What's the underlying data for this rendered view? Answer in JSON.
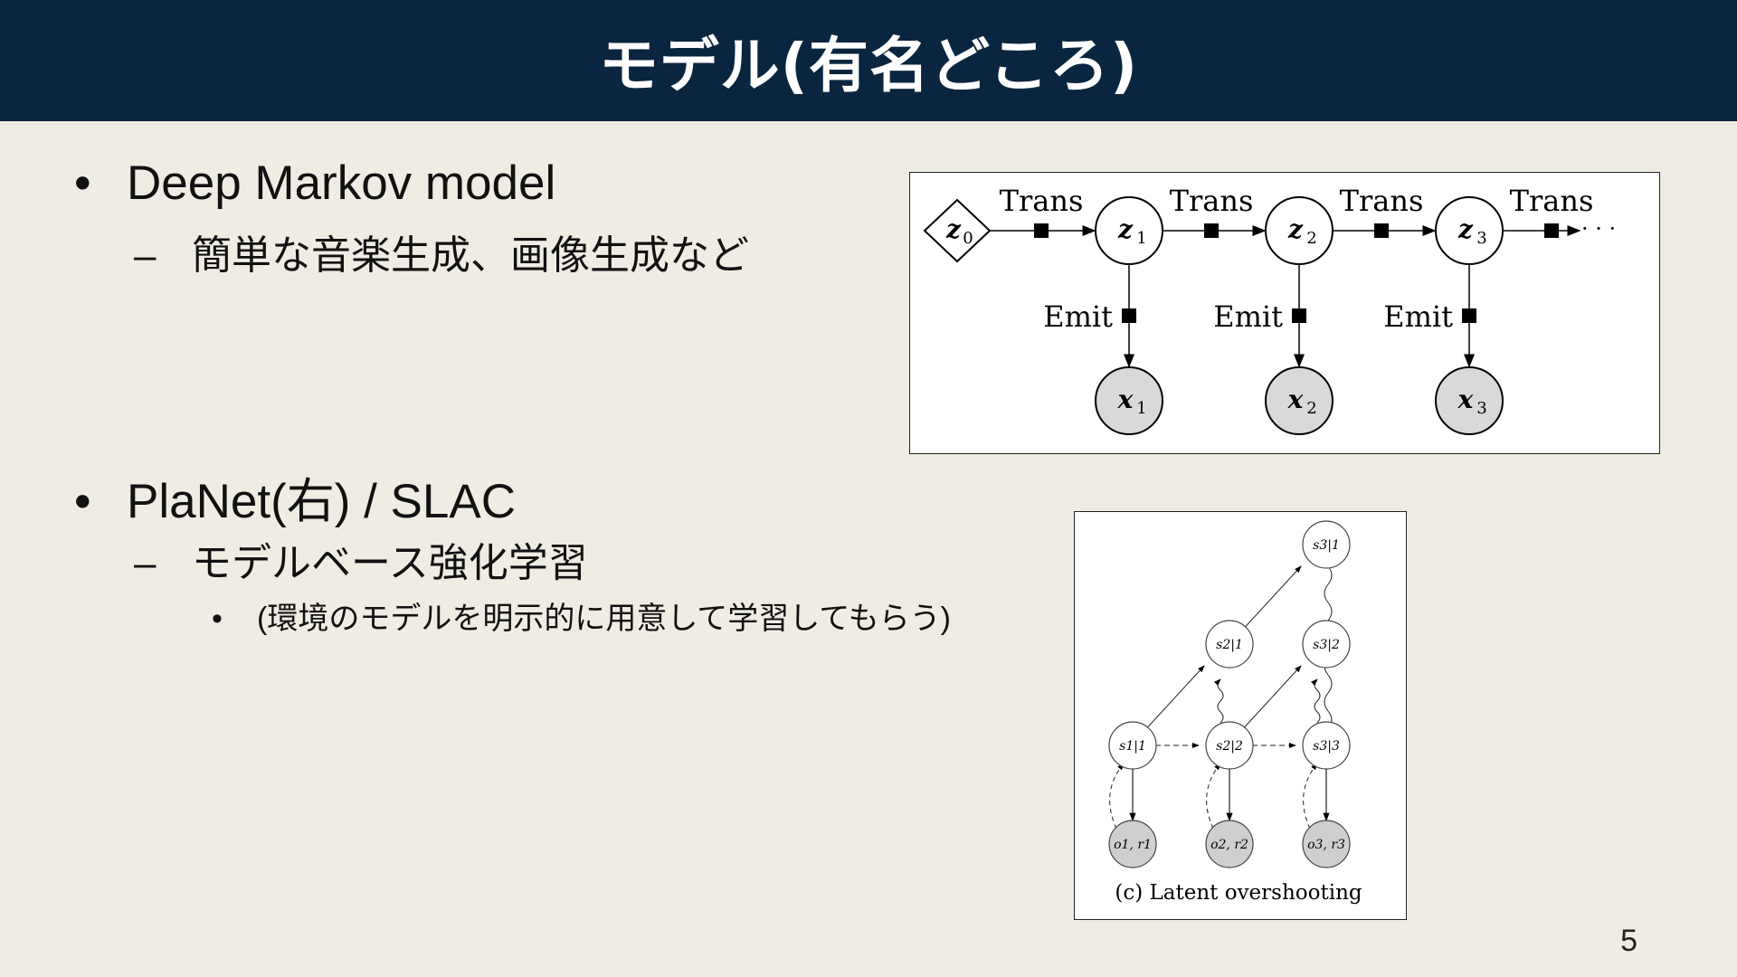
{
  "slide": {
    "title": "モデル(有名どころ)",
    "page_number": "5"
  },
  "bullets": {
    "dmm": {
      "marker": "•",
      "text": "Deep Markov model"
    },
    "dmm_sub": {
      "marker": "–",
      "text": "簡単な音楽生成、画像生成など"
    },
    "planet": {
      "marker": "•",
      "text": "PlaNet(右) / SLAC"
    },
    "planet_sub": {
      "marker": "–",
      "text": "モデルベース強化学習"
    },
    "planet_subsub": {
      "marker": "•",
      "text": "(環境のモデルを明示的に用意して学習してもらう)"
    }
  },
  "dmm_diagram": {
    "z0": "z",
    "z0_sub": "0",
    "latent_nodes": [
      {
        "label": "z",
        "sub": "1"
      },
      {
        "label": "z",
        "sub": "2"
      },
      {
        "label": "z",
        "sub": "3"
      }
    ],
    "observed_nodes": [
      {
        "label": "x",
        "sub": "1"
      },
      {
        "label": "x",
        "sub": "2"
      },
      {
        "label": "x",
        "sub": "3"
      }
    ],
    "trans_label": "Trans",
    "emit_label": "Emit",
    "ellipsis": "· · ·"
  },
  "planet_diagram": {
    "states": {
      "s11": "s1|1",
      "s21": "s2|1",
      "s31": "s3|1",
      "s22": "s2|2",
      "s32": "s3|2",
      "s33": "s3|3"
    },
    "observations": [
      "o1, r1",
      "o2, r2",
      "o3, r3"
    ],
    "caption": "(c) Latent overshooting"
  }
}
